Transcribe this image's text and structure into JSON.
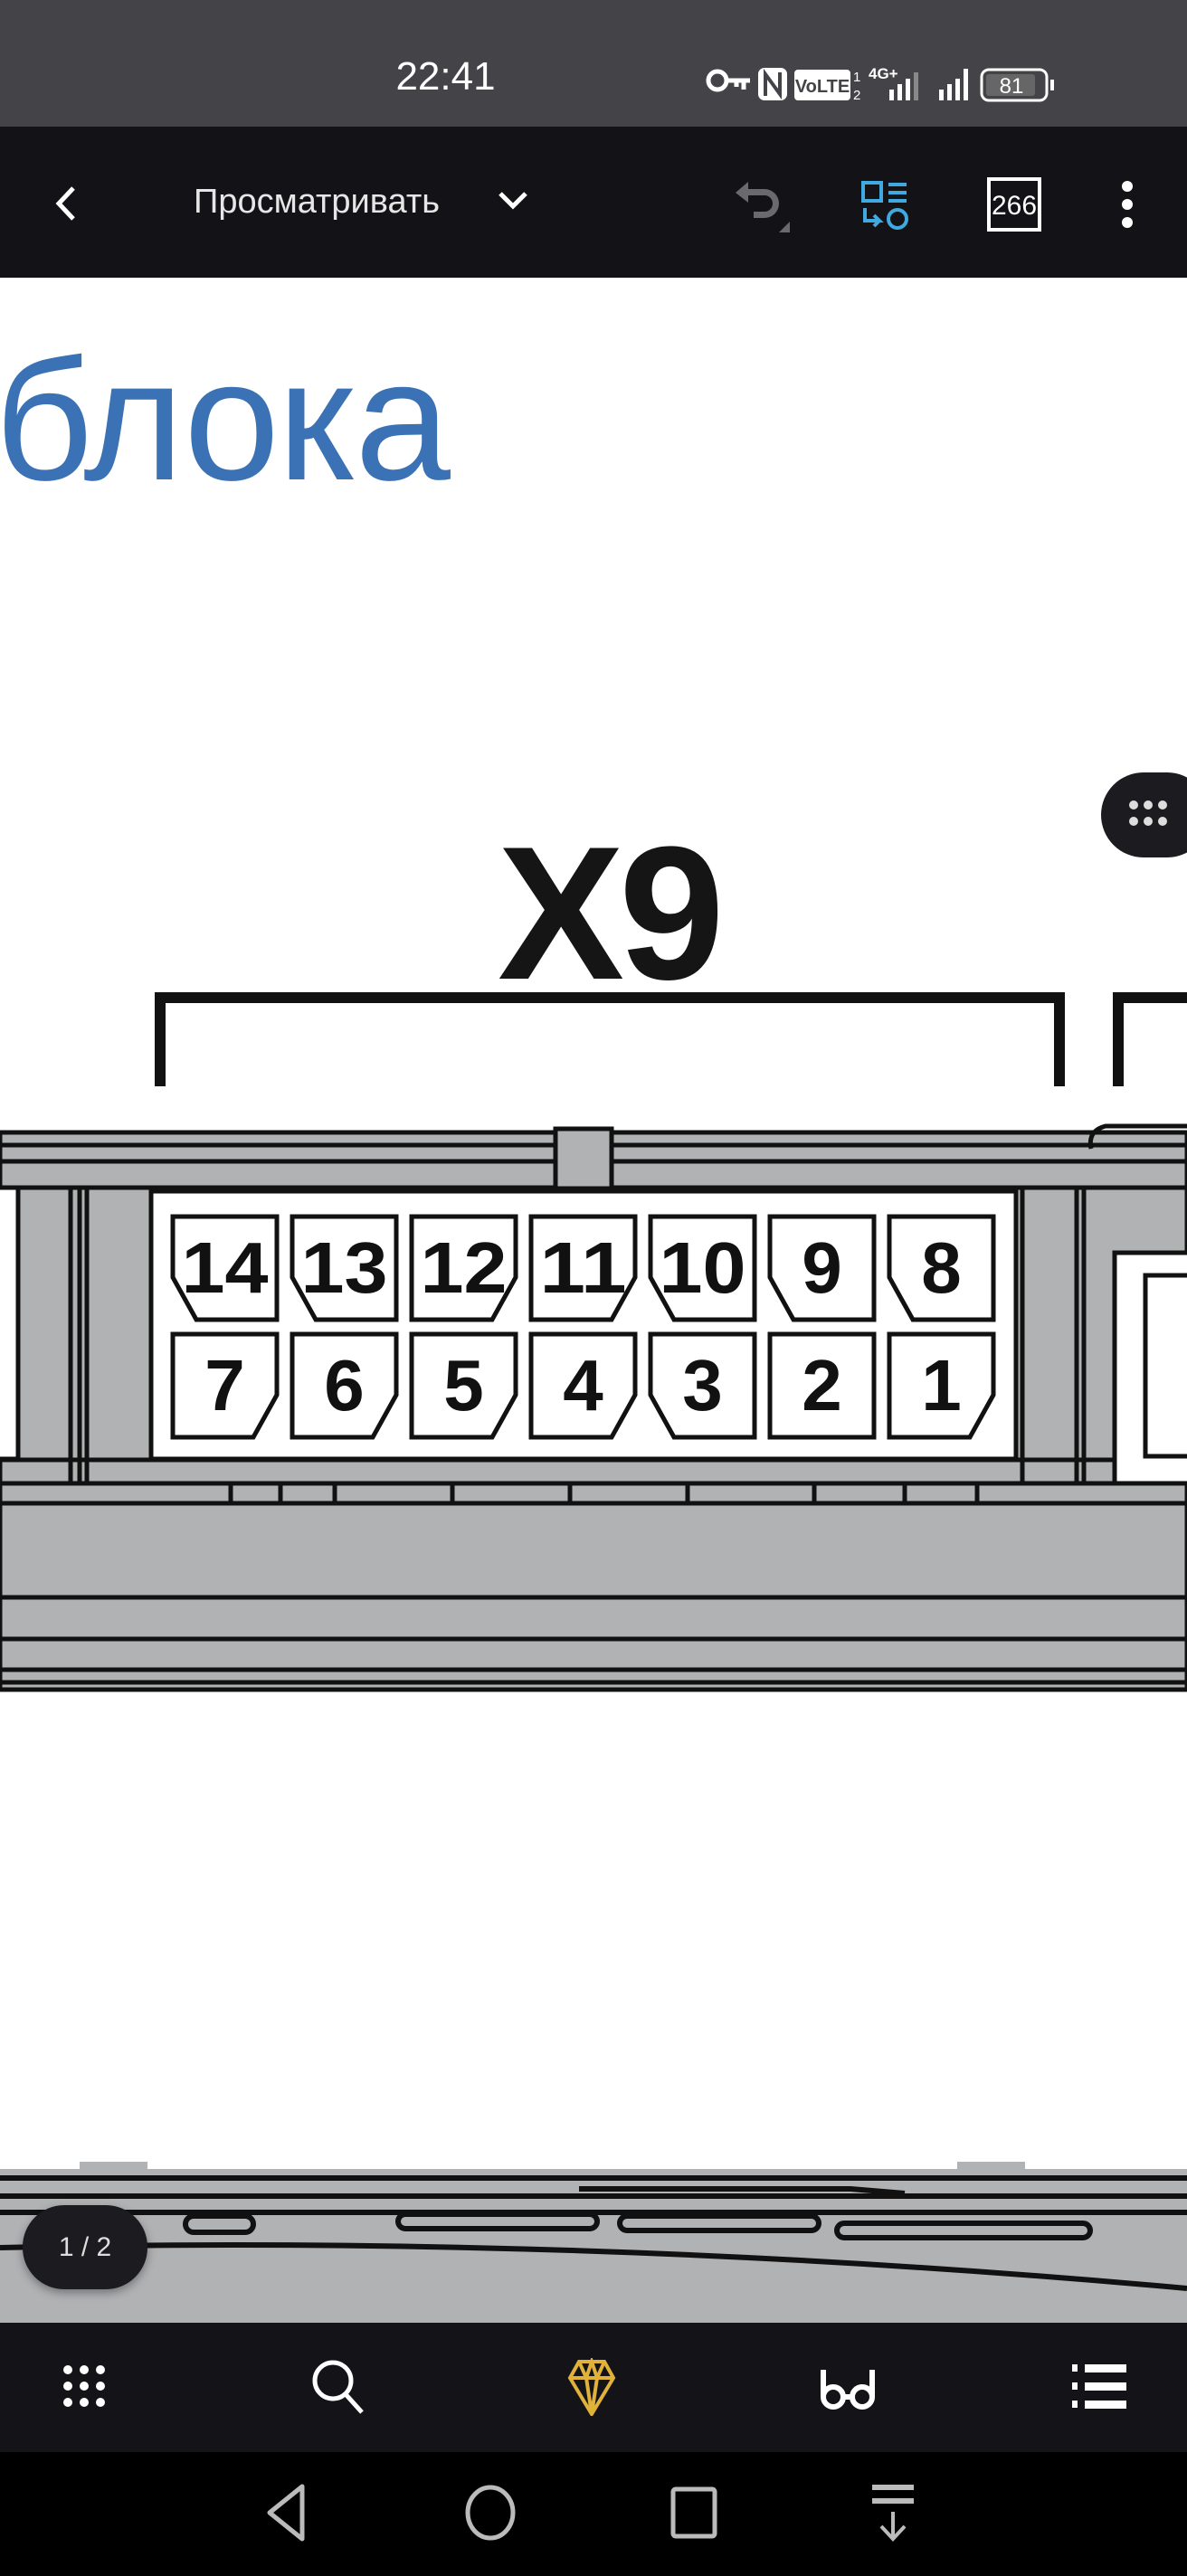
{
  "status_bar": {
    "time": "22:41",
    "icons": [
      "vpn-key-icon",
      "nfc-icon",
      "volte-icon",
      "signal-sim1-4g-plus-icon",
      "signal-sim2-icon",
      "battery-icon"
    ],
    "volte_label": "VoLTE",
    "network_label": "4G+",
    "battery_level": "81"
  },
  "toolbar": {
    "back_icon": "chevron-left-icon",
    "mode_label": "Просматривать",
    "mode_dropdown_icon": "chevron-down-icon",
    "undo_icon": "undo-icon",
    "reflow_icon": "reflow-layout-icon",
    "page_count": "266",
    "more_icon": "more-vertical-icon",
    "accent_color": "#3fa9e0"
  },
  "document": {
    "heading_fragment": "блока",
    "heading_color": "#3a72b5",
    "connector_label": "X9",
    "pins": {
      "top_row": [
        {
          "n": "14",
          "key": "left"
        },
        {
          "n": "13",
          "key": "left"
        },
        {
          "n": "12",
          "key": "right"
        },
        {
          "n": "11",
          "key": "right"
        },
        {
          "n": "10",
          "key": "left"
        },
        {
          "n": "9",
          "key": "left"
        },
        {
          "n": "8",
          "key": "left"
        }
      ],
      "bottom_row": [
        {
          "n": "7",
          "key": "right"
        },
        {
          "n": "6",
          "key": "right"
        },
        {
          "n": "5",
          "key": "right"
        },
        {
          "n": "4",
          "key": "right"
        },
        {
          "n": "3",
          "key": "left"
        },
        {
          "n": "2",
          "key": "none"
        },
        {
          "n": "1",
          "key": "right"
        }
      ]
    }
  },
  "page_indicator": "1 / 2",
  "bottom_bar": {
    "items": [
      "apps-grid-icon",
      "search-icon",
      "premium-diamond-icon",
      "reading-mode-glasses-icon",
      "outline-list-icon"
    ],
    "premium_color": "#e0b23a"
  },
  "nav_bar": [
    "back-triangle-icon",
    "home-circle-icon",
    "recents-square-icon",
    "notification-pull-down-icon"
  ]
}
